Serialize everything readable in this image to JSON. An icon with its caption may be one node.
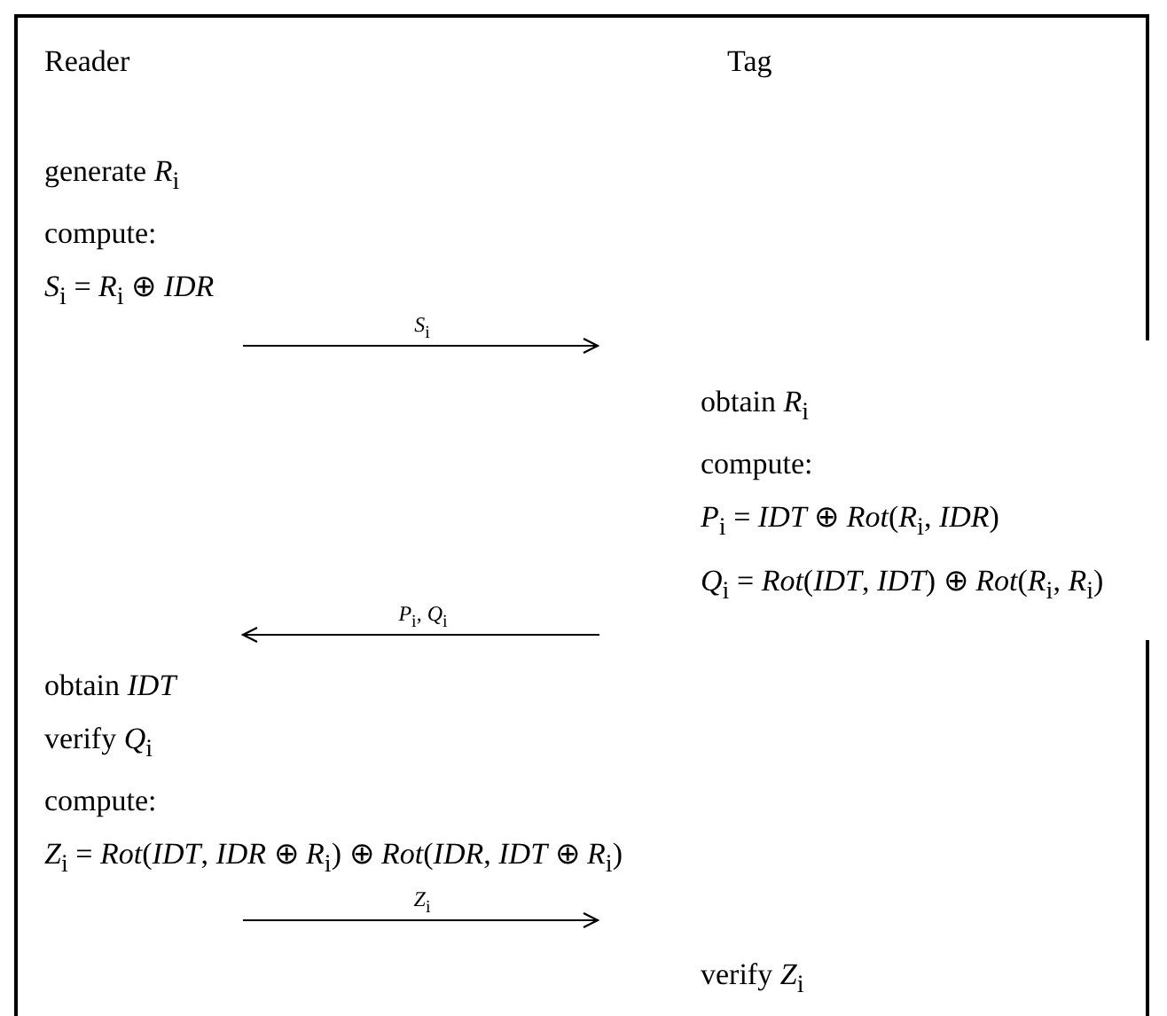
{
  "diagram": {
    "nodes": [
      {
        "text": [
          "generate *R*$_{i}$",
          "compute:",
          "*S*$_{i}$ = *R*$_{i}$ ⊕ *IDR*"
        ]
      },
      {
        "text": [
          "obtain *R*$_{i}$",
          "compute:",
          "*P*$_{i}$ = *IDT* ⊕ *Rot*(*R*$_{i}$, *IDR*)",
          "*Q*$_{i}$ = *Rot*(*IDT*, *IDT*) ⊕ *Rot*(*R*$_{i}$, *R*$_{i}$)"
        ]
      },
      {
        "text": [
          "obtain *IDT*",
          "verify *Q*$_{i}$",
          "compute:",
          "*Z*$_{i}$ = *Rot*(*IDT*, *IDR* ⊕ *R*$_{i}$) ⊕ *Rot*(*IDR*, *IDT* ⊕ *R*$_{i}$)"
        ]
      },
      {
        "text": [
          "verify *Z*$_{i}$"
        ]
      }
    ],
    "edges": [
      {
        "from": 0,
        "to": 1,
        "arrow": "to",
        "label": "*S*$_{i}$"
      },
      {
        "from": 1,
        "to": 2,
        "arrow": "to",
        "label": "*P*$_{i}$, *Q*$_{i}$"
      },
      {
        "from": 2,
        "to": 3,
        "arrow": "to",
        "label": "*Z*$_{i}$"
      }
    ],
    "labels": [
      "Reader",
      "Tag"
    ]
  }
}
